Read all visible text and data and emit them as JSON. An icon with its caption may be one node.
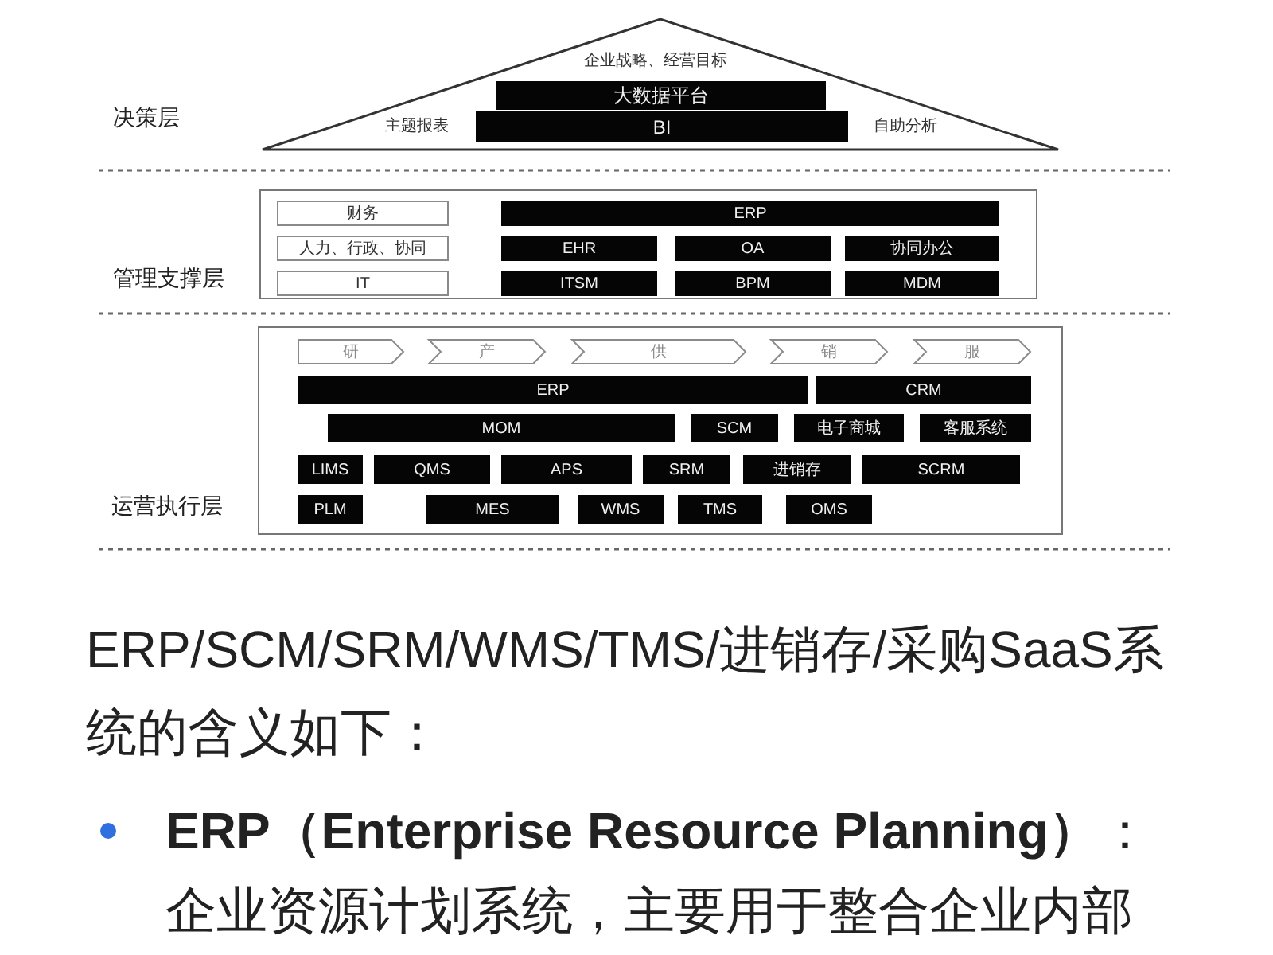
{
  "diagram": {
    "nodes": [
      {
        "text": [
          "企业战略、经营目标",
          "主题报表",
          "自助分析"
        ]
      },
      {
        "text": [
          "大数据平台"
        ],
        "in": 0
      },
      {
        "text": [
          "BI"
        ],
        "in": 0
      },
      {
        "text": [],
        "shape": "box"
      },
      {
        "text": [
          "财务"
        ],
        "in": 3
      },
      {
        "text": [
          "人力、行政、协同"
        ],
        "in": 3
      },
      {
        "text": [
          "IT"
        ],
        "in": 3
      },
      {
        "text": [
          "ERP"
        ],
        "in": 3
      },
      {
        "text": [
          "EHR"
        ],
        "in": 3
      },
      {
        "text": [
          "OA"
        ],
        "in": 3
      },
      {
        "text": [
          "协同办公"
        ],
        "in": 3
      },
      {
        "text": [
          "ITSM"
        ],
        "in": 3
      },
      {
        "text": [
          "BPM"
        ],
        "in": 3
      },
      {
        "text": [
          "MDM"
        ],
        "in": 3
      },
      {
        "text": [],
        "shape": "box"
      },
      {
        "text": [
          "研"
        ],
        "in": 14
      },
      {
        "text": [
          "产"
        ],
        "in": 14
      },
      {
        "text": [
          "供"
        ],
        "in": 14
      },
      {
        "text": [
          "销"
        ],
        "in": 14
      },
      {
        "text": [
          "服"
        ],
        "in": 14
      },
      {
        "text": [
          "ERP"
        ],
        "in": 14
      },
      {
        "text": [
          "CRM"
        ],
        "in": 14
      },
      {
        "text": [
          "MOM"
        ],
        "in": 14
      },
      {
        "text": [
          "SCM"
        ],
        "in": 14
      },
      {
        "text": [
          "电子商城"
        ],
        "in": 14
      },
      {
        "text": [
          "客服系统"
        ],
        "in": 14
      },
      {
        "text": [
          "LIMS"
        ],
        "in": 14
      },
      {
        "text": [
          "QMS"
        ],
        "in": 14
      },
      {
        "text": [
          "APS"
        ],
        "in": 14
      },
      {
        "text": [
          "SRM"
        ],
        "in": 14
      },
      {
        "text": [
          "进销存"
        ],
        "in": 14
      },
      {
        "text": [
          "SCRM"
        ],
        "in": 14
      },
      {
        "text": [
          "PLM"
        ],
        "in": 14
      },
      {
        "text": [
          "MES"
        ],
        "in": 14
      },
      {
        "text": [
          "WMS"
        ],
        "in": 14
      },
      {
        "text": [
          "TMS"
        ],
        "in": 14
      },
      {
        "text": [
          "OMS"
        ],
        "in": 14
      }
    ],
    "labels": [
      "决策层",
      "管理支撑层",
      "运营执行层",
      "ERP/SCM/SRM/WMS/TMS/进销存/采购SaaS系统的含义如下：",
      "**ERP（Enterprise Resource Planning）**：",
      "企业资源计划系统，主要用于整合企业内部"
    ]
  }
}
